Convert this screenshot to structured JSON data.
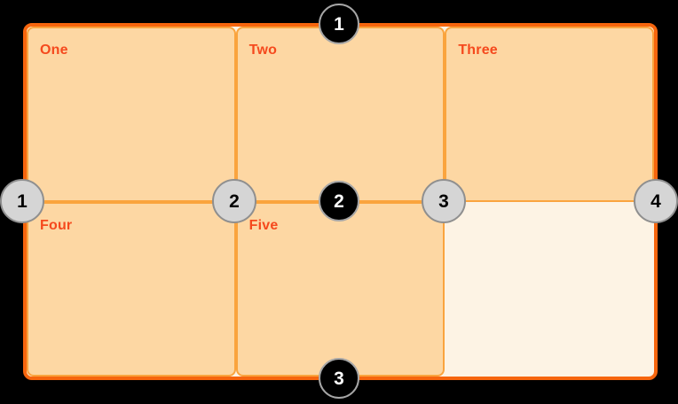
{
  "diagram": {
    "cells": [
      {
        "id": "one",
        "label": "One"
      },
      {
        "id": "two",
        "label": "Two"
      },
      {
        "id": "three",
        "label": "Three"
      },
      {
        "id": "four",
        "label": "Four"
      },
      {
        "id": "five",
        "label": "Five"
      },
      {
        "id": "six",
        "label": ""
      }
    ],
    "row_line_badges": [
      {
        "number": "1"
      },
      {
        "number": "2"
      },
      {
        "number": "3"
      }
    ],
    "column_line_badges": [
      {
        "number": "1"
      },
      {
        "number": "2"
      },
      {
        "number": "3"
      },
      {
        "number": "4"
      }
    ]
  },
  "colors": {
    "background": "#000000",
    "outer_border": "#f6650d",
    "cell_border": "#faa43e",
    "cell_fill": "#fdd7a3",
    "empty_cell_fill": "#fdf3e4",
    "label_text": "#f5491d",
    "row_badge_fill": "#000000",
    "row_badge_ring": "#a6a6a6",
    "row_badge_text": "#ffffff",
    "col_badge_fill": "#d5d5d5",
    "col_badge_ring": "#8f8f8f",
    "col_badge_text": "#000000"
  }
}
